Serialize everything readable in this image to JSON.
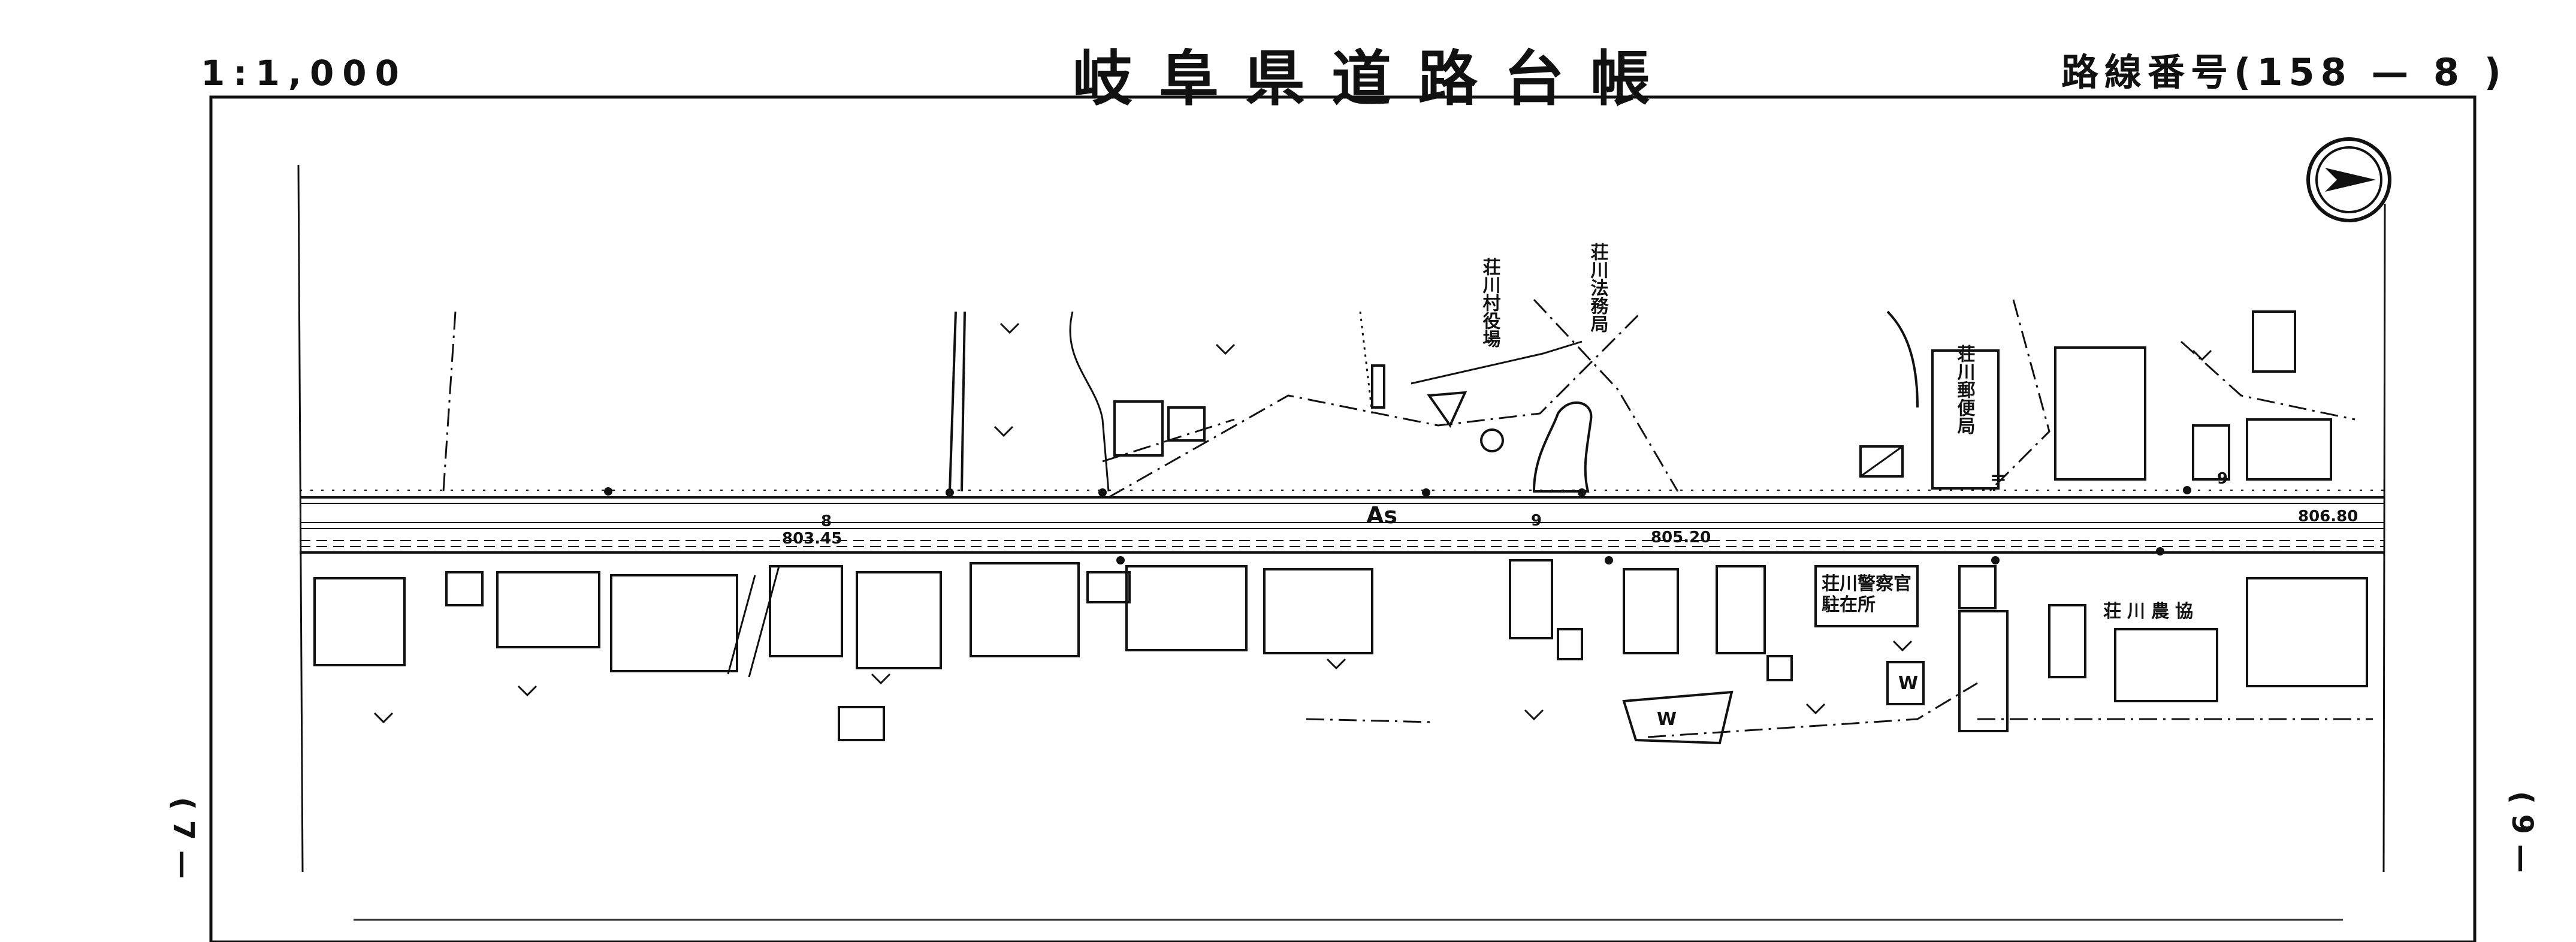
{
  "header": {
    "scale": "1:1,000",
    "title": "岐阜県道路台帳",
    "route_number": "路線番号(158 — 8 )"
  },
  "sheet_refs": {
    "left": "( 7 —",
    "right": "( 9 —"
  },
  "labels": {
    "village_office": "荘川村役場",
    "legal_bureau": "荘川法務局",
    "post_office": "荘川郵便局",
    "police_box": "荘川警察官駐在所",
    "agri_coop": "荘川農協",
    "road_surface": "As",
    "station_8": "8",
    "station_9a": "9",
    "station_9b": "9",
    "elev_1": "803.45",
    "elev_2": "805.20",
    "elev_3": "806.80"
  },
  "symbols": {
    "north_arrow": "north-arrow-icon",
    "post_mark": "〒",
    "wc_1": "W",
    "wc_2": "W"
  }
}
